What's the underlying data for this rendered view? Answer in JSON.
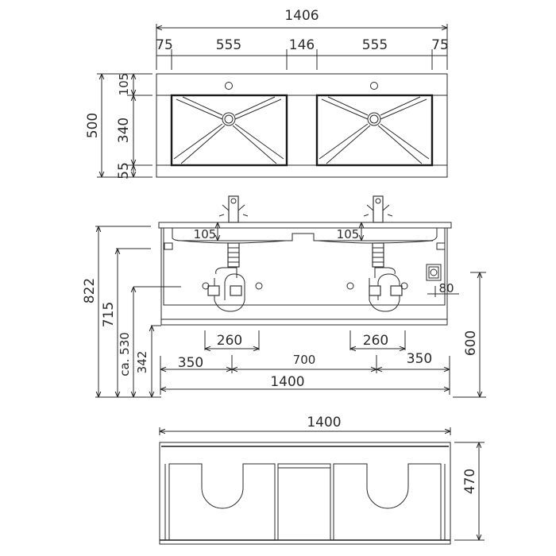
{
  "top_view": {
    "overall_width": "1406",
    "segments": [
      "75",
      "555",
      "146",
      "555",
      "75"
    ],
    "overall_depth": "500",
    "depth_segments": [
      "105",
      "340",
      "55"
    ]
  },
  "front_view": {
    "overall_height": "822",
    "countertop_height": "715",
    "drain_height": "ca. 530",
    "cabinet_bottom_height": "342",
    "basin_depth_left": "105",
    "basin_depth_right": "105",
    "socket_offset": "80",
    "wall_mount_height": "600",
    "siphon_width_left": "260",
    "siphon_width_right": "260",
    "axis_segments": [
      "350",
      "700",
      "350"
    ],
    "overall_width": "1400"
  },
  "cabinet_view": {
    "overall_width": "1400",
    "overall_depth": "470"
  },
  "colors": {
    "line": "#2a2a2a",
    "background": "#ffffff"
  }
}
